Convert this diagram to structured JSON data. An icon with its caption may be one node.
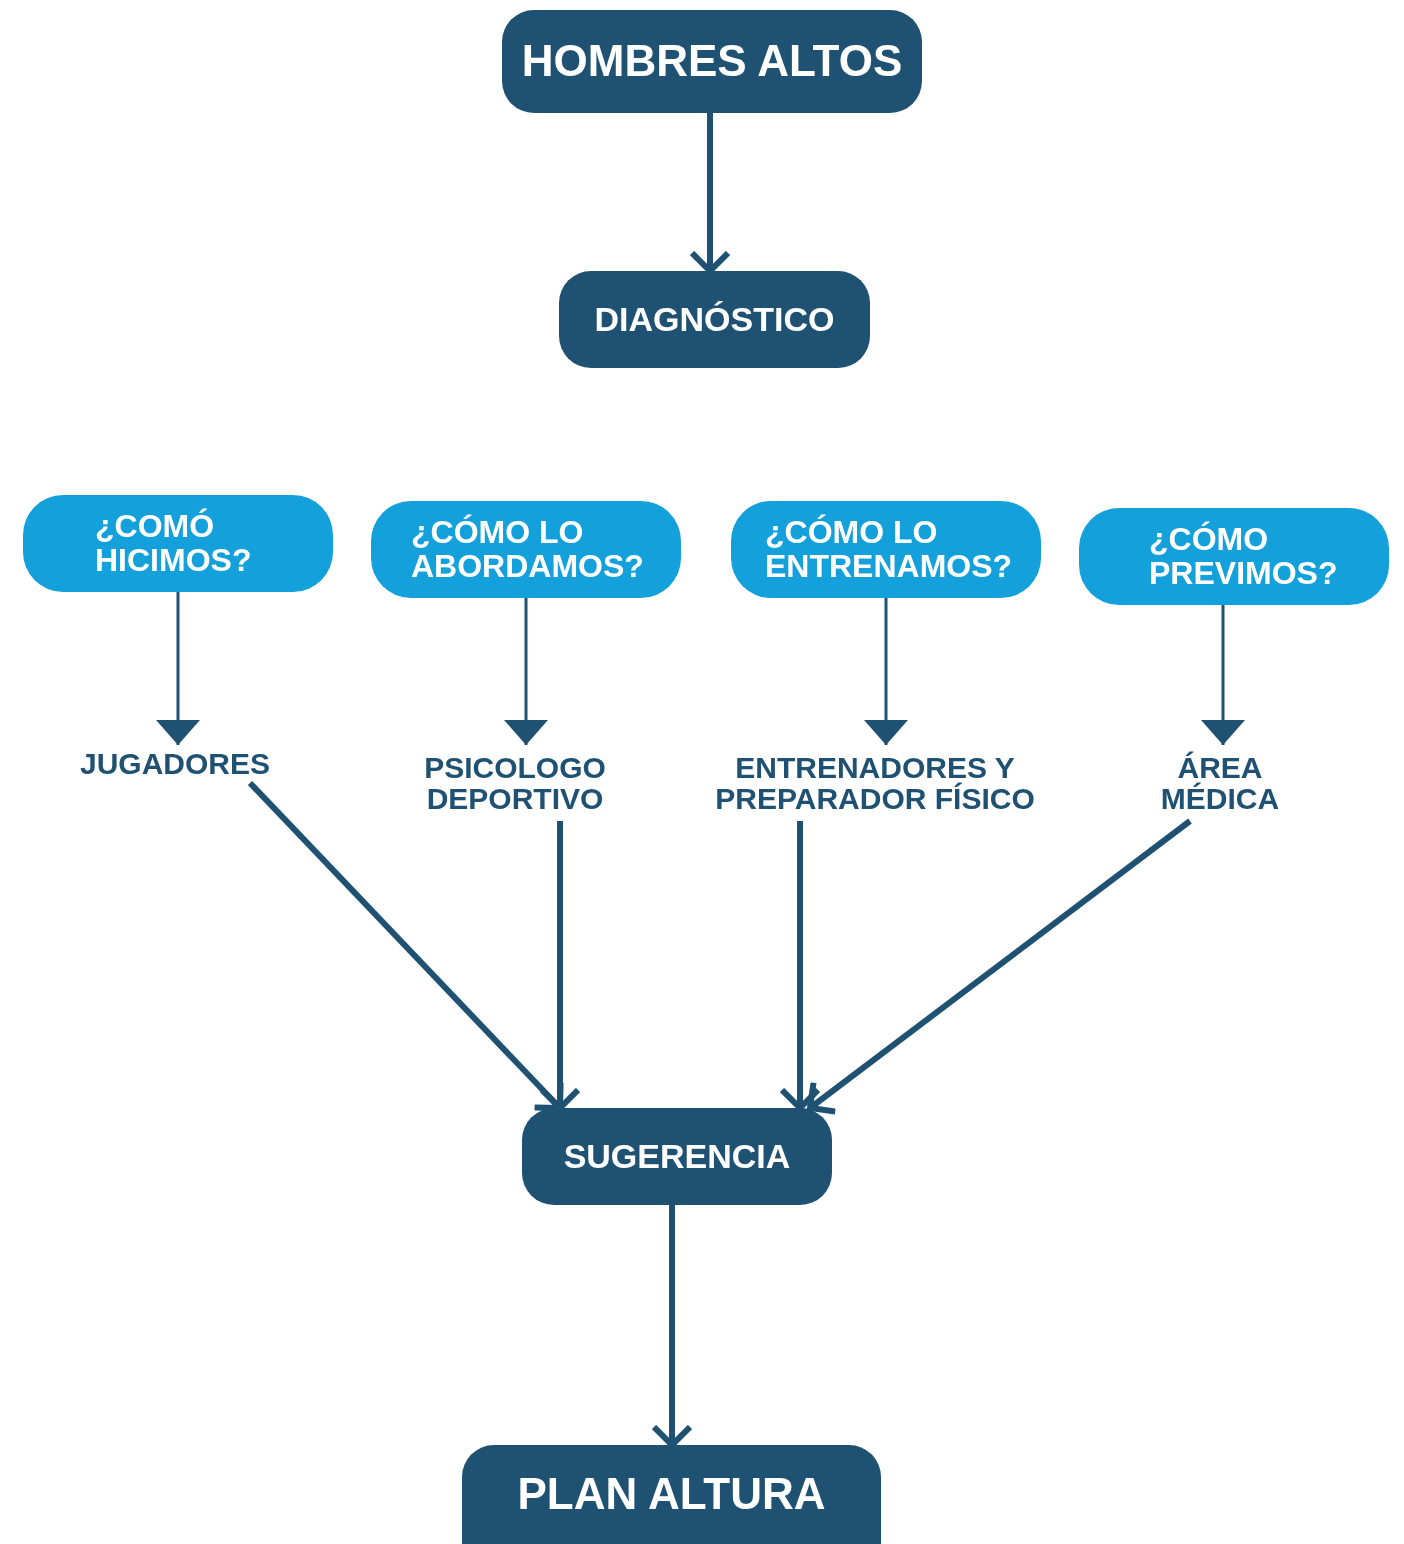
{
  "diagram": {
    "nodes": [
      {
        "text": [
          "HOMBRES ALTOS"
        ]
      },
      {
        "text": [
          "DIAGNÓSTICO"
        ]
      },
      {
        "text": [
          "¿COMÓ HICIMOS?"
        ]
      },
      {
        "text": [
          "¿CÓMO LO ABORDAMOS?"
        ]
      },
      {
        "text": [
          "¿CÓMO LO ENTRENAMOS?"
        ]
      },
      {
        "text": [
          "¿CÓMO PREVIMOS?"
        ]
      },
      {
        "text": [
          "JUGADORES"
        ]
      },
      {
        "text": [
          "PSICOLOGO DEPORTIVO"
        ]
      },
      {
        "text": [
          "ENTRENADORES Y PREPARADOR FÍSICO"
        ]
      },
      {
        "text": [
          "ÁREA MÉDICA"
        ]
      },
      {
        "text": [
          "SUGERENCIA"
        ]
      },
      {
        "text": [
          "PLAN ALTURA"
        ]
      }
    ],
    "edges": [
      {
        "from": 0,
        "to": 1,
        "arrow": "to"
      },
      {
        "from": 2,
        "to": 6,
        "arrow": "to"
      },
      {
        "from": 3,
        "to": 7,
        "arrow": "to"
      },
      {
        "from": 4,
        "to": 8,
        "arrow": "to"
      },
      {
        "from": 5,
        "to": 9,
        "arrow": "to"
      },
      {
        "from": 6,
        "to": 10,
        "arrow": "to"
      },
      {
        "from": 7,
        "to": 10,
        "arrow": "to"
      },
      {
        "from": 8,
        "to": 10,
        "arrow": "to"
      },
      {
        "from": 9,
        "to": 10,
        "arrow": "to"
      },
      {
        "from": 10,
        "to": 11,
        "arrow": "to"
      }
    ]
  }
}
